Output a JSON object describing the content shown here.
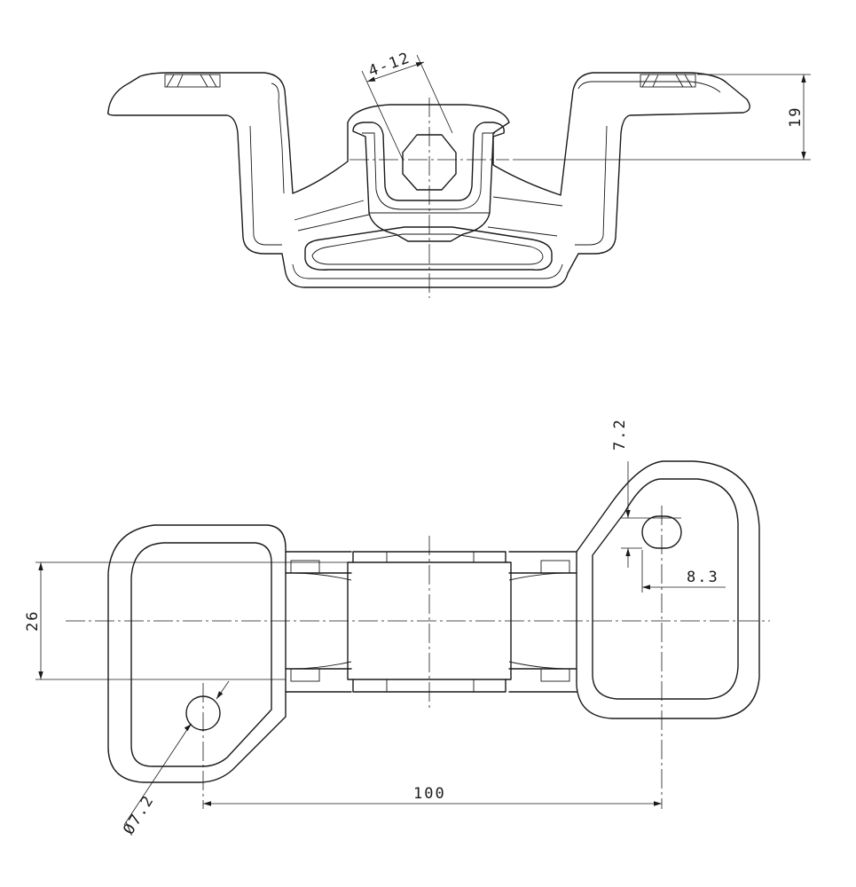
{
  "drawing": {
    "views": [
      "side-view",
      "top-view"
    ],
    "dimensions": {
      "hole_pattern": "4-12",
      "height": "19",
      "hole_offset_vertical": "7.2",
      "hole_offset_horizontal": "8.3",
      "hole_diameter": "Ø7.2",
      "width": "26",
      "hole_spacing": "100"
    },
    "line_color": "#1a1a1a",
    "background": "#ffffff"
  }
}
